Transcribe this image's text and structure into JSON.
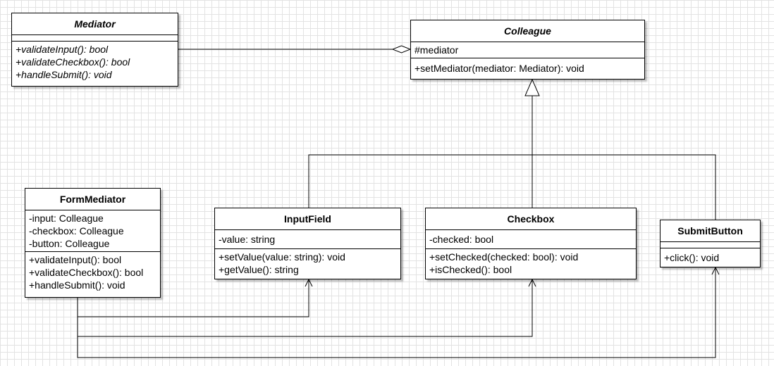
{
  "classes": {
    "mediator": {
      "name": "Mediator",
      "attributes": [],
      "operations": [
        "+validateInput(): bool",
        "+validateCheckbox(): bool",
        "+handleSubmit(): void"
      ]
    },
    "colleague": {
      "name": "Colleague",
      "attributes": [
        "#mediator"
      ],
      "operations": [
        "+setMediator(mediator: Mediator): void"
      ]
    },
    "form_mediator": {
      "name": "FormMediator",
      "attributes": [
        "-input: Colleague",
        "-checkbox: Colleague",
        "-button: Colleague"
      ],
      "operations": [
        "+validateInput(): bool",
        "+validateCheckbox(): bool",
        "+handleSubmit(): void"
      ]
    },
    "input_field": {
      "name": "InputField",
      "attributes": [
        "-value: string"
      ],
      "operations": [
        "+setValue(value: string): void",
        "+getValue(): string"
      ]
    },
    "checkbox": {
      "name": "Checkbox",
      "attributes": [
        "-checked: bool"
      ],
      "operations": [
        "+setChecked(checked: bool): void",
        "+isChecked(): bool"
      ]
    },
    "submit_button": {
      "name": "SubmitButton",
      "attributes": [],
      "operations": [
        "+click(): void"
      ]
    }
  },
  "relations": [
    {
      "type": "aggregation",
      "from": "colleague",
      "to": "mediator"
    },
    {
      "type": "generalization",
      "from": "input_field",
      "to": "colleague"
    },
    {
      "type": "generalization",
      "from": "checkbox",
      "to": "colleague"
    },
    {
      "type": "generalization",
      "from": "submit_button",
      "to": "colleague"
    },
    {
      "type": "association",
      "from": "form_mediator",
      "to": "input_field"
    },
    {
      "type": "association",
      "from": "form_mediator",
      "to": "checkbox"
    },
    {
      "type": "association",
      "from": "form_mediator",
      "to": "submit_button"
    }
  ]
}
